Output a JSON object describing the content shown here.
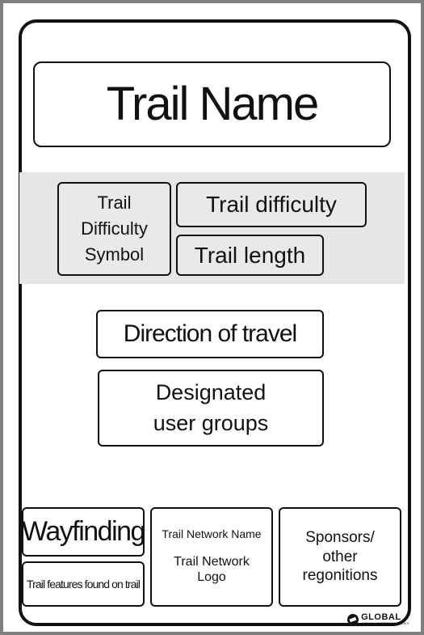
{
  "sign": {
    "trail_name": "Trail Name",
    "difficulty_symbol": "Trail\nDifficulty\nSymbol",
    "difficulty": "Trail difficulty",
    "length": "Trail length",
    "direction": "Direction of travel",
    "user_groups": "Designated\nuser groups",
    "wayfinding": "Wayfinding",
    "features": "Trail features found on trail",
    "network_name": "Trail Network Name",
    "network_logo": "Trail Network\nLogo",
    "sponsors": "Sponsors/\nother\nregonitions"
  },
  "brand": {
    "title": "GLOBAL",
    "subtitle": "ACTION SPORTS SUPPLIES"
  }
}
